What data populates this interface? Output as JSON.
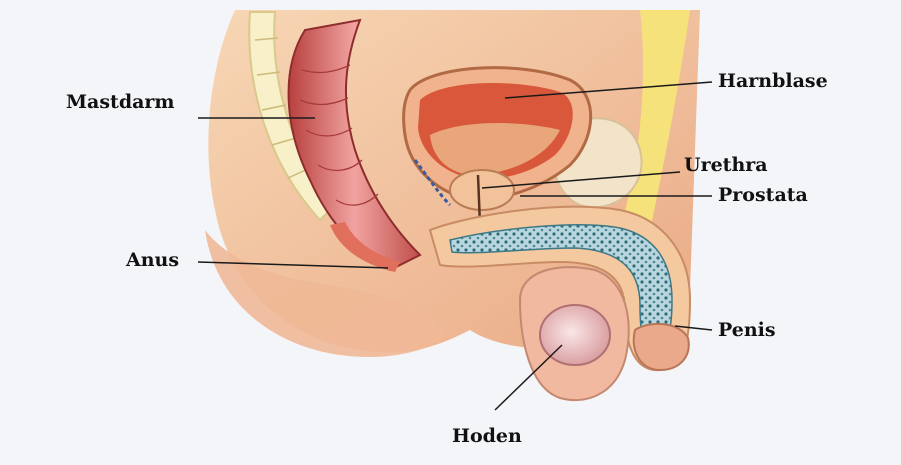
{
  "labels": {
    "mastdarm": "Mastdarm",
    "anus": "Anus",
    "harnblase": "Harnblase",
    "urethra": "Urethra",
    "prostata": "Prostata",
    "penis": "Penis",
    "hoden": "Hoden"
  },
  "colors": {
    "background": "#f4f5f8",
    "skin": "#f4c9a0",
    "fat": "#f6e27a",
    "rectum": "#d96a6a",
    "bladder": "#d9573a",
    "spongy_tissue": "#9fc4cf",
    "leader_line": "#1a1a1a"
  }
}
